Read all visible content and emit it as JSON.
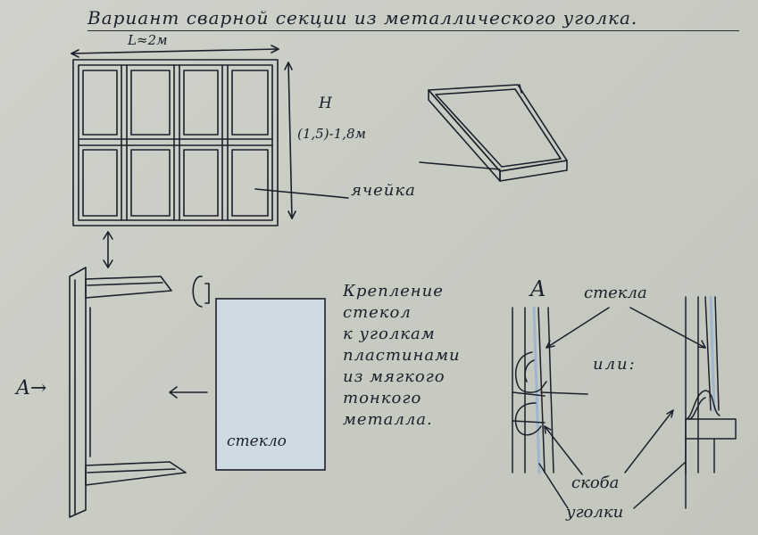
{
  "title": "Вариант сварной секции из металлического уголка.",
  "dimensions": {
    "length": "L≈2м",
    "height": "H",
    "height_value": "(1,5)-1,8м"
  },
  "labels": {
    "cell": "ячейка",
    "mounting": [
      "Крепление",
      "стекол",
      "к уголкам",
      "пластинами",
      "из мягкого",
      "тонкого",
      "металла."
    ],
    "section_a_left": "A→",
    "section_a_right": "A",
    "glass": "стекло",
    "glasses": "стекла",
    "or": "или:",
    "bracket": "скоба",
    "angles": "уголки"
  },
  "colors": {
    "ink": "#1d1f2a",
    "paper": "#c9cdc4",
    "glass": "#cfdbe4",
    "glass_accent": "#9fb6d1"
  }
}
